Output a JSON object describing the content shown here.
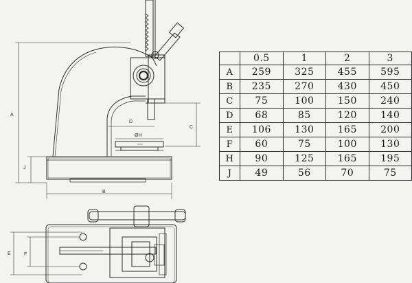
{
  "diagram": {
    "dim_labels": {
      "a": "A",
      "b": "B",
      "c": "C",
      "d": "D",
      "j": "J",
      "h": "ØH",
      "e": "E",
      "f": "F"
    }
  },
  "table": {
    "columns": [
      "0.5",
      "1",
      "2",
      "3"
    ],
    "rows": [
      {
        "label": "A",
        "values": [
          "259",
          "325",
          "455",
          "595"
        ]
      },
      {
        "label": "B",
        "values": [
          "235",
          "270",
          "430",
          "450"
        ]
      },
      {
        "label": "C",
        "values": [
          "75",
          "100",
          "150",
          "240"
        ]
      },
      {
        "label": "D",
        "values": [
          "68",
          "85",
          "120",
          "140"
        ]
      },
      {
        "label": "E",
        "values": [
          "106",
          "130",
          "165",
          "200"
        ]
      },
      {
        "label": "F",
        "values": [
          "60",
          "75",
          "100",
          "130"
        ]
      },
      {
        "label": "H",
        "values": [
          "90",
          "125",
          "165",
          "195"
        ]
      },
      {
        "label": "J",
        "values": [
          "49",
          "56",
          "70",
          "75"
        ]
      }
    ]
  }
}
